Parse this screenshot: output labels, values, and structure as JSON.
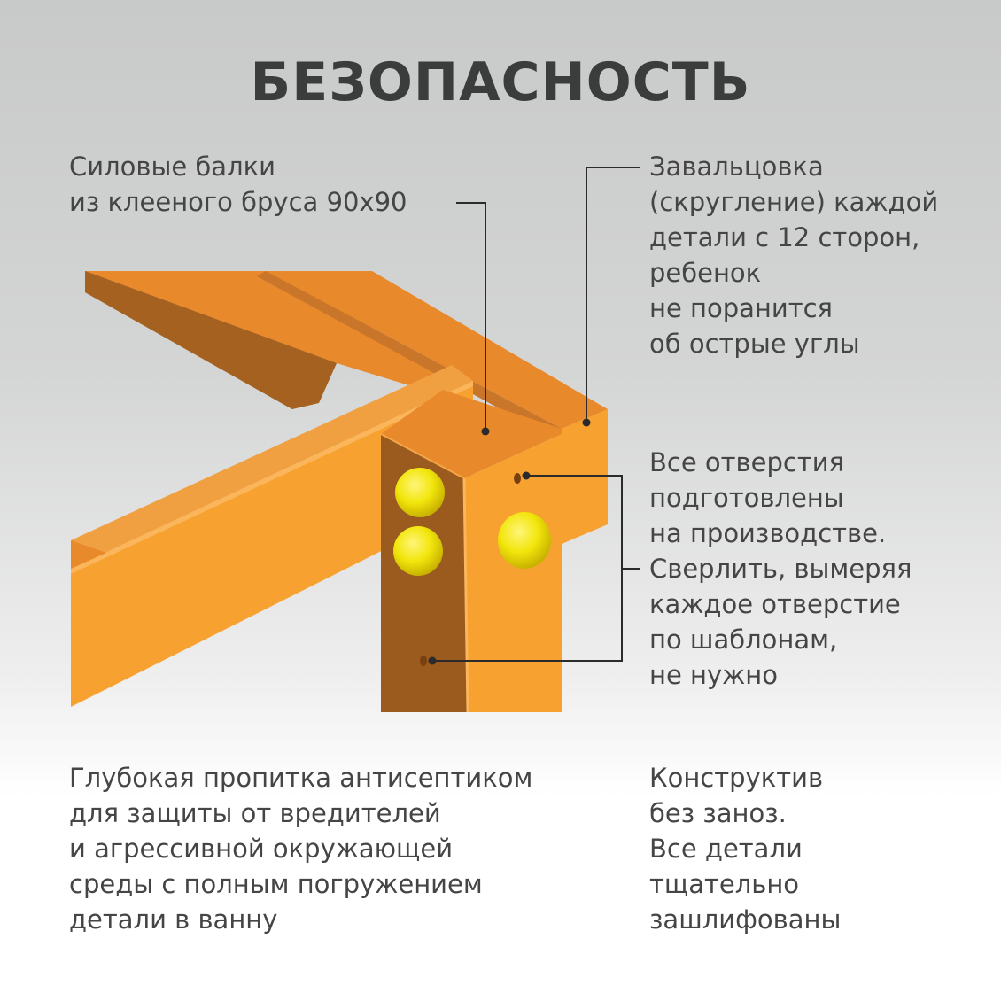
{
  "title": "БЕЗОПАСНОСТЬ",
  "captions": {
    "beams": [
      "Силовые балки",
      "из клееного бруса 90х90"
    ],
    "rolling": [
      "Завальцовка",
      "(скругление) каждой",
      "детали с 12 сторон,",
      "ребенок",
      "не поранится",
      "об острые углы"
    ],
    "holes": [
      "Все отверстия",
      "подготовлены",
      "на производстве.",
      "Сверлить, вымеряя",
      "каждое отверстие",
      "по шаблонам,",
      "не нужно"
    ],
    "impregnation": [
      "Глубокая пропитка антисептиком",
      "для защиты от вредителей",
      "и агрессивной окружающей",
      "среды с полным погружением",
      "детали в ванну"
    ],
    "construct": [
      "Конструктив",
      "без заноз.",
      "Все детали",
      "тщательно",
      "зашлифованы"
    ]
  },
  "colors": {
    "wood_light": "#f7a230",
    "wood_mid": "#e8892b",
    "wood_dark": "#9b5a1e",
    "plug": "#f2e60c",
    "text": "#454545",
    "title": "#3b3c3c"
  }
}
